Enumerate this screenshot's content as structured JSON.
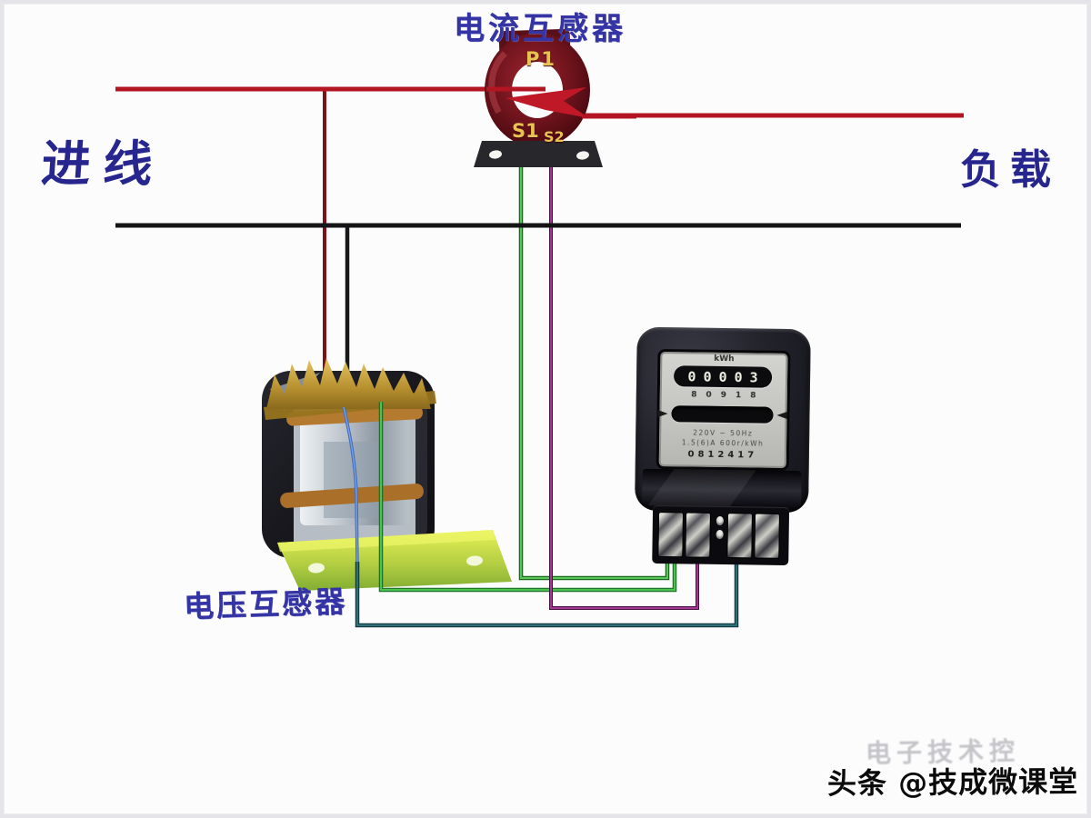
{
  "diagram": {
    "title_current_transformer": "电流互感器",
    "terminal_p1": "P1",
    "terminal_s1": "S1",
    "terminal_s2": "S2",
    "label_incoming_line": "进线",
    "label_load": "负载",
    "label_voltage_transformer": "电压互感器"
  },
  "meter": {
    "unit_label": "kWh",
    "register_digits": "00003",
    "stamp_digits": "80918",
    "spec_line_1": "220V ~ 50Hz",
    "spec_line_2": "1.5(6)A 600r/kWh",
    "serial_digits": "0812417"
  },
  "watermark": {
    "ghost_text": "电子技术控",
    "main_text": "头条 @技成微课堂"
  },
  "colors": {
    "phase_bus_red": "#b31523",
    "neutral_bus_black": "#141416",
    "wire_green": "#54c758",
    "wire_magenta": "#a4368c",
    "wire_teal": "#2f7077",
    "wire_blue": "#4f79c8",
    "label_blue": "#3434a4",
    "ct_body_red": "#6b1119",
    "pt_bracket_green": "#a8c43c"
  }
}
